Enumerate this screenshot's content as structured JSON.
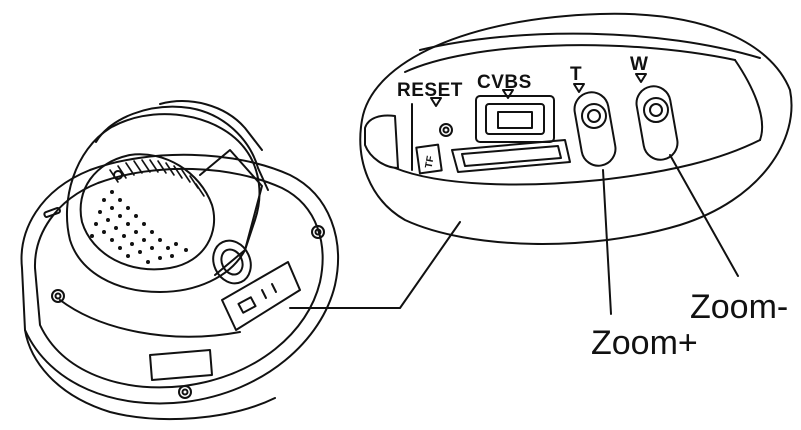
{
  "diagram": {
    "panel_labels": {
      "reset": "RESET",
      "cvbs": "CVBS",
      "tele": "T",
      "wide": "W",
      "tf": "TF"
    },
    "callouts": {
      "zoom_minus": "Zoom-",
      "zoom_plus": "Zoom+"
    },
    "colors": {
      "line": "#111111",
      "background": "#ffffff"
    }
  }
}
